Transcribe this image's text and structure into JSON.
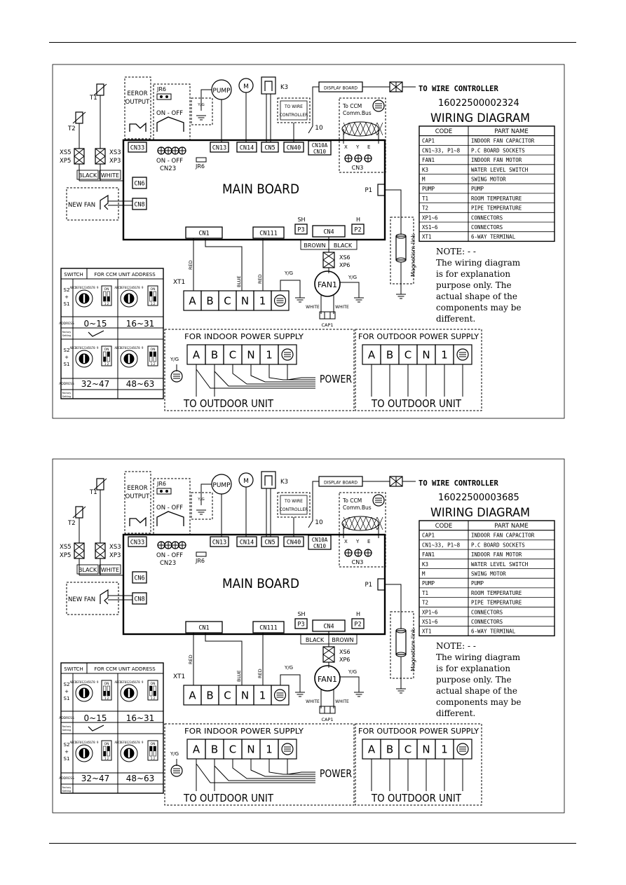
{
  "diagrams": [
    {
      "part_number": "16022500002324",
      "title": "WIRING DIAGRAM",
      "to_wire_controller": "TO WIRE CONTROLLER",
      "display_board": "DISPLAY BOARD",
      "main_board": "MAIN BOARD",
      "eeror_output": [
        "EEROR",
        "OUTPUT"
      ],
      "jr6": "JR6",
      "on_off": "ON - OFF",
      "cn23": "CN23",
      "pump": "PUMP",
      "motor_m": "M",
      "k3": "K3",
      "to_wire_controller_box": [
        "TO WIRE",
        "CONTROLLER"
      ],
      "to_ccm": [
        "To CCM",
        "Comm.Bus"
      ],
      "xye": [
        "X",
        "Y",
        "E"
      ],
      "cn3": "CN3",
      "wire_10": "10",
      "connectors_top": [
        "CN33",
        "CN13",
        "CN14",
        "CN5",
        "CN40"
      ],
      "cn10": [
        "CN10A",
        "CN10"
      ],
      "t1": "T1",
      "t2": "T2",
      "xs5": [
        "XS5",
        "XP5"
      ],
      "xs3": [
        "XS3",
        "XP3"
      ],
      "black": "BLACK",
      "white": "WHITE",
      "cn6": "CN6",
      "cn8": "CN8",
      "new_fan": "NEW FAN",
      "p1": "P1",
      "magnetism": "Magnetism link",
      "cn1": "CN1",
      "cn111": "CN111",
      "sh": "SH",
      "p3": "P3",
      "cn4": "CN4",
      "h": "H",
      "p2": "P2",
      "cn4_wires": [
        "BROWN",
        "BLACK"
      ],
      "xs6": [
        "XS6",
        "XP6"
      ],
      "fan1": "FAN1",
      "cap1": "CAP1",
      "yg": "Y/G",
      "red": "RED",
      "blue": "BLUE",
      "xt1": "XT1",
      "terminals": [
        "A",
        "B",
        "C",
        "N",
        "1"
      ],
      "parts_header": [
        "CODE",
        "PART NAME"
      ],
      "parts": [
        [
          "CAP1",
          "INDOOR FAN CAPACITOR"
        ],
        [
          "CN1~33, P1~8",
          "P.C BOARD SOCKETS"
        ],
        [
          "FAN1",
          "INDOOR FAN MOTOR"
        ],
        [
          "K3",
          "WATER LEVEL SWITCH"
        ],
        [
          "M",
          "SWING MOTOR"
        ],
        [
          "PUMP",
          "PUMP"
        ],
        [
          "T1",
          "ROOM TEMPERATURE"
        ],
        [
          "T2",
          "PIPE TEMPERATURE"
        ],
        [
          "XP1~6",
          "CONNECTORS"
        ],
        [
          "XS1~6",
          "CONNECTORS"
        ],
        [
          "XT1",
          "6-WAY TERMINAL"
        ]
      ],
      "note": [
        "NOTE: - -",
        "The wiring diagram",
        "is for explanation",
        "purpose only. The",
        "actual shape of the",
        "components may be",
        "different."
      ],
      "switch_header": [
        "SWITCH",
        "FOR CCM UNIT ADDRESS"
      ],
      "s2s1": [
        "S2",
        "+",
        "S1"
      ],
      "address_label": "ADDRESS",
      "factory_setting": [
        "Factory",
        "Setting"
      ],
      "addresses": [
        "0~15",
        "16~31",
        "32~47",
        "48~63"
      ],
      "dial_text": "ABCDEF012345678 9",
      "dip_on": "ON",
      "dip_12": "1  2",
      "indoor_supply": "FOR INDOOR POWER SUPPLY",
      "outdoor_supply": "FOR OUTDOOR POWER SUPPLY",
      "power": "POWER",
      "to_outdoor": "TO OUTDOOR UNIT"
    },
    {
      "part_number": "16022500003685",
      "title": "WIRING DIAGRAM",
      "to_wire_controller": "TO WIRE CONTROLLER",
      "display_board": "DISPLAY BOARD",
      "main_board": "MAIN BOARD",
      "eeror_output": [
        "EEROR",
        "OUTPUT"
      ],
      "jr6": "JR6",
      "on_off": "ON - OFF",
      "cn23": "CN23",
      "pump": "PUMP",
      "motor_m": "M",
      "k3": "K3",
      "to_wire_controller_box": [
        "TO WIRE",
        "CONTROLLER"
      ],
      "to_ccm": [
        "To CCM",
        "Comm.Bus"
      ],
      "xye": [
        "X",
        "Y",
        "E"
      ],
      "cn3": "CN3",
      "wire_10": "10",
      "connectors_top": [
        "CN33",
        "CN13",
        "CN14",
        "CN5",
        "CN40"
      ],
      "cn10": [
        "CN10A",
        "CN10"
      ],
      "t1": "T1",
      "t2": "T2",
      "xs5": [
        "XS5",
        "XP5"
      ],
      "xs3": [
        "XS3",
        "XP3"
      ],
      "black": "BLACK",
      "white": "WHITE",
      "cn6": "CN6",
      "cn8": "CN8",
      "new_fan": "NEW FAN",
      "p1": "P1",
      "magnetism": "Magnetism link",
      "cn1": "CN1",
      "cn111": "CN111",
      "sh": "SH",
      "p3": "P3",
      "cn4": "CN4",
      "h": "H",
      "p2": "P2",
      "cn4_wires": [
        "BLACK",
        "BROWN"
      ],
      "xs6": [
        "XS6",
        "XP6"
      ],
      "fan1": "FAN1",
      "cap1": "CAP1",
      "yg": "Y/G",
      "red": "RED",
      "blue": "BLUE",
      "xt1": "XT1",
      "terminals": [
        "A",
        "B",
        "C",
        "N",
        "1"
      ],
      "parts_header": [
        "CODE",
        "PART NAME"
      ],
      "parts": [
        [
          "CAP1",
          "INDOOR FAN CAPACITOR"
        ],
        [
          "CN1~33, P1~8",
          "P.C BOARD SOCKETS"
        ],
        [
          "FAN1",
          "INDOOR FAN MOTOR"
        ],
        [
          "K3",
          "WATER LEVEL SWITCH"
        ],
        [
          "M",
          "SWING MOTOR"
        ],
        [
          "PUMP",
          "PUMP"
        ],
        [
          "T1",
          "ROOM TEMPERATURE"
        ],
        [
          "T2",
          "PIPE TEMPERATURE"
        ],
        [
          "XP1~6",
          "CONNECTORS"
        ],
        [
          "XS1~6",
          "CONNECTORS"
        ],
        [
          "XT1",
          "6-WAY TERMINAL"
        ]
      ],
      "note": [
        "NOTE: - -",
        "The wiring diagram",
        "is for explanation",
        "purpose only. The",
        "actual shape of the",
        "components may be",
        "different."
      ],
      "switch_header": [
        "SWITCH",
        "FOR CCM UNIT ADDRESS"
      ],
      "s2s1": [
        "S2",
        "+",
        "S1"
      ],
      "address_label": "ADDRESS",
      "factory_setting": [
        "Factory",
        "Setting"
      ],
      "addresses": [
        "0~15",
        "16~31",
        "32~47",
        "48~63"
      ],
      "dial_text": "ABCDEF012345678 9",
      "dip_on": "ON",
      "dip_12": "1  2",
      "indoor_supply": "FOR INDOOR POWER SUPPLY",
      "outdoor_supply": "FOR OUTDOOR POWER SUPPLY",
      "power": "POWER",
      "to_outdoor": "TO OUTDOOR UNIT"
    }
  ]
}
